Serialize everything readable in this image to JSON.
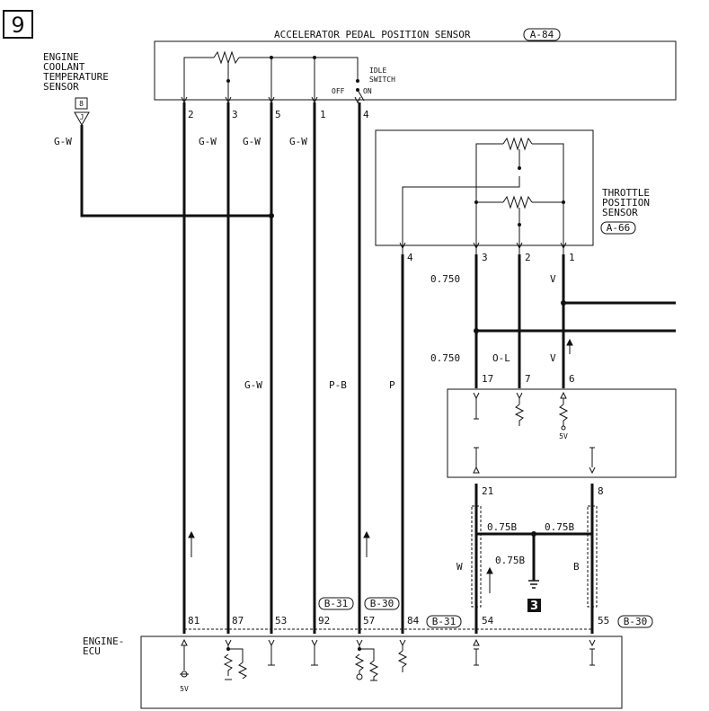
{
  "page_number": "9",
  "components": {
    "accelerator": {
      "name": "ACCELERATOR PEDAL POSITION SENSOR",
      "connector": "A-84",
      "idle_switch": [
        "IDLE",
        "SWITCH"
      ],
      "off": "OFF",
      "on": "ON"
    },
    "coolant": {
      "name_lines": [
        "ENGINE",
        "COOLANT",
        "TEMPERATURE",
        "SENSOR"
      ],
      "badge": "8",
      "pin": "J"
    },
    "throttle": {
      "name_lines": [
        "THROTTLE",
        "POSITION",
        "SENSOR"
      ],
      "connector": "A-66"
    },
    "ecu": {
      "name_lines": [
        "ENGINE-",
        "ECU"
      ]
    },
    "ground": {
      "badge": "3"
    }
  },
  "accel_pins": [
    "2",
    "3",
    "5",
    "1",
    "4"
  ],
  "throttle_pins": [
    "4",
    "3",
    "2",
    "1"
  ],
  "relay_pins_top": [
    "17",
    "7",
    "6"
  ],
  "relay_pins_bottom": [
    "21",
    "8"
  ],
  "ecu_pins": [
    "81",
    "87",
    "53",
    "92",
    "57",
    "84",
    "54",
    "55"
  ],
  "ecu_connectors": [
    "B-31",
    "B-30",
    "B-31",
    "B-30"
  ],
  "wire_colors": {
    "coolant": "G-W",
    "acc3": "G-W",
    "acc5": "G-W",
    "acc1": "G-W",
    "mid_gw": "G-W",
    "pb": "P-B",
    "p": "P",
    "tps3_upper": "0.750",
    "tps3_lower": "0.750",
    "ol": "O-L",
    "v_upper": "V",
    "v_lower": "V",
    "w": "W",
    "b": "B",
    "gnd_left": "0.75B",
    "gnd_right": "0.75B",
    "gnd_down": "0.75B"
  },
  "supply_labels": [
    "5V",
    "5V"
  ]
}
